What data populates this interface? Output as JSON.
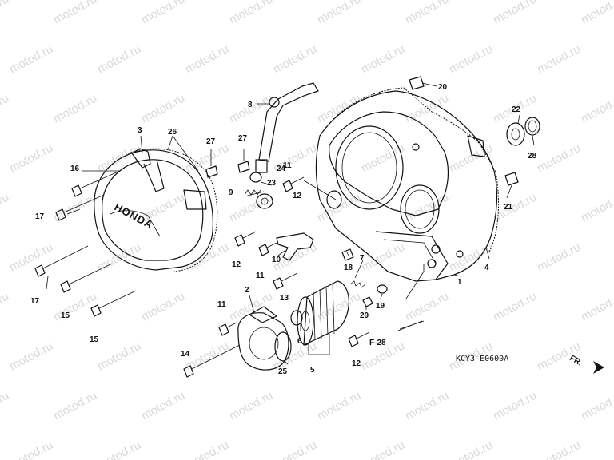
{
  "diagram": {
    "callouts": [
      "1",
      "2",
      "3",
      "4",
      "5",
      "6",
      "7",
      "8",
      "9",
      "10",
      "11",
      "11",
      "11",
      "12",
      "12",
      "12",
      "12",
      "13",
      "14",
      "15",
      "15",
      "16",
      "17",
      "17",
      "18",
      "19",
      "20",
      "21",
      "22",
      "23",
      "24",
      "25",
      "26",
      "27",
      "27",
      "28",
      "29"
    ],
    "reference_label": "F-28",
    "code": "KCY3–E0600A",
    "direction_label": "FR.",
    "cover_logo": "HONDA",
    "watermark": "motod.ru"
  }
}
